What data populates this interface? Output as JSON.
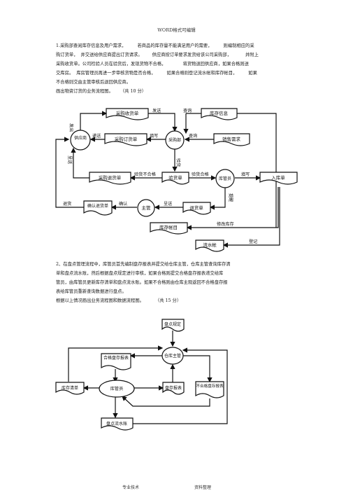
{
  "header": {
    "title": "WORD格式可编辑"
  },
  "q1": {
    "lines": [
      "1.采购部查阅库存信息及用户需求，        若商品的库存量不能满足用户的需要，        则编制相应的采",
      "购订货单，  并交送给供应商提出订货请求。       供应商按订单要求发货给该公司采购部，          并附上",
      "采购收货单。公司检验人员在验货后，发现货物不合格，            将货物退回供应商，如果合格则送",
      "交库房。  库房管理员再进一步审核货物是否合格，        如果合格则登记流水帐和库存帐目，        如果",
      "不合格则交由主管审核后退回供应商。",
      "画出物资订货的业务流程图。     （共 10 分）"
    ]
  },
  "diagram1": {
    "nodes": {
      "supplier": "供应商",
      "purchasing": "采购部",
      "warehouse_mgr": "库管员",
      "supervisor": "主管",
      "receipt_form": "采购收货单",
      "stock_info": "库存信息",
      "order_form": "采购订货单",
      "sales_demand": "销售需求",
      "return_form": "采购退货单",
      "inspection_form": "验货单",
      "inbound_form": "入库单",
      "confirm_return_form": "确认退货单",
      "return_goods_form": "退货单",
      "inventory_ledger": "库存帐目",
      "journal_ledger": "流水帐"
    },
    "labels": {
      "ship_out": "发出",
      "send": "发送",
      "query_top": "查询",
      "deliver": "递送",
      "fill_order": "填写",
      "query_mid": "查询",
      "submit": "呈送",
      "inspect": "验货",
      "fail_inspect": "验货不合格",
      "pass_inspect": "验货合格",
      "fill_inbound": "填写",
      "return_goods": "退货",
      "confirm": "确认",
      "submit_report": "呈送",
      "remind": "提醒",
      "modify_stock": "修改库存",
      "register": "登记"
    }
  },
  "q2": {
    "lines": [
      "2、在盘点管理流程中，库管员首先编制盘存报表并提交给仓库主管，仓库主管查询库存清",
      "单和盘点流水账，然后根据盘点规定进行审核，如果合格则提交合格盘存报表递交给库",
      "管员，由库管员更新库存清单和盘点流水账。如果不合格则由仓库主观返回不合格盘存报",
      "表给库管员重新查询数据进行盘点。",
      "根据以上情况画出业务流程图和数据流程图。        （共 15 分）"
    ]
  },
  "diagram2": {
    "nodes": {
      "stocktake_rules": "盘点规定",
      "warehouse_supervisor": "仓库主管",
      "qualified_report": "合格盘存报表",
      "inventory_list": "库存清单",
      "warehouse_keeper": "库管员",
      "inventory_report": "盘存报表",
      "unqualified_report": "不合格盘存报表",
      "stocktake_journal": "盘点流水账"
    }
  },
  "footer": {
    "left": "专业技术",
    "right": "资料整理"
  }
}
